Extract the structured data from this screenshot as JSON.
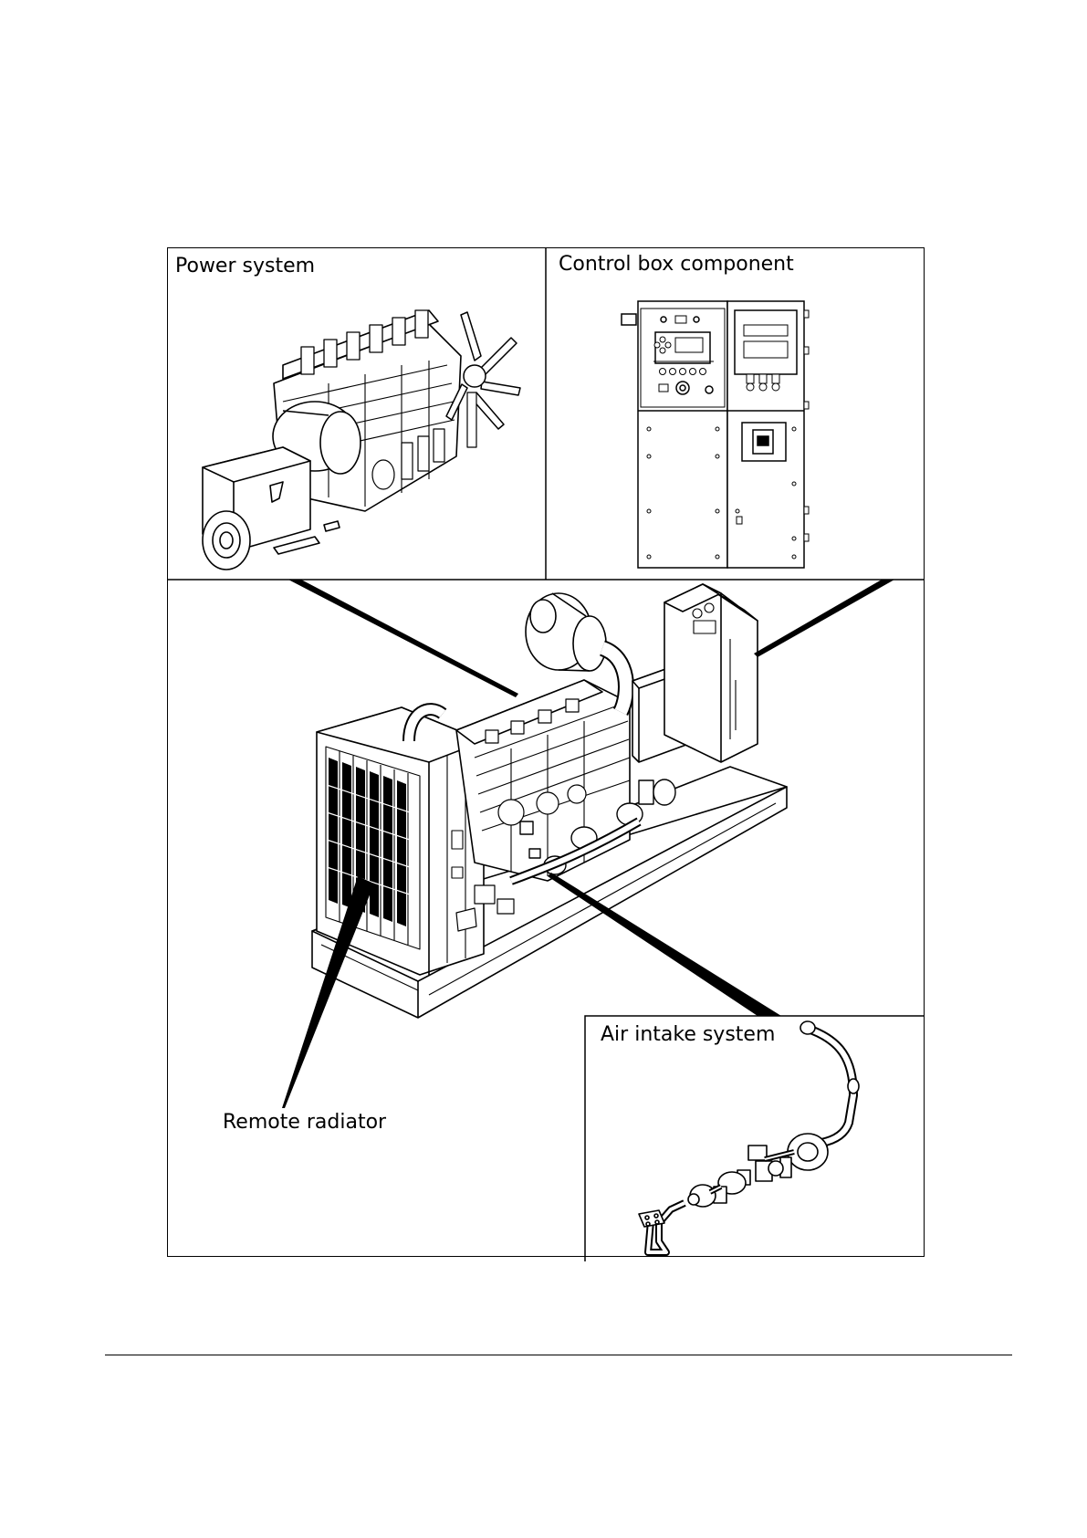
{
  "figure": {
    "panels": {
      "power_system": {
        "label": "Power system"
      },
      "control_box": {
        "label": "Control box component"
      },
      "air_intake": {
        "label": "Air intake system"
      }
    },
    "callouts": {
      "remote_radiator": {
        "label": "Remote radiator"
      }
    }
  },
  "colors": {
    "ink": "#000000",
    "paper": "#ffffff"
  }
}
